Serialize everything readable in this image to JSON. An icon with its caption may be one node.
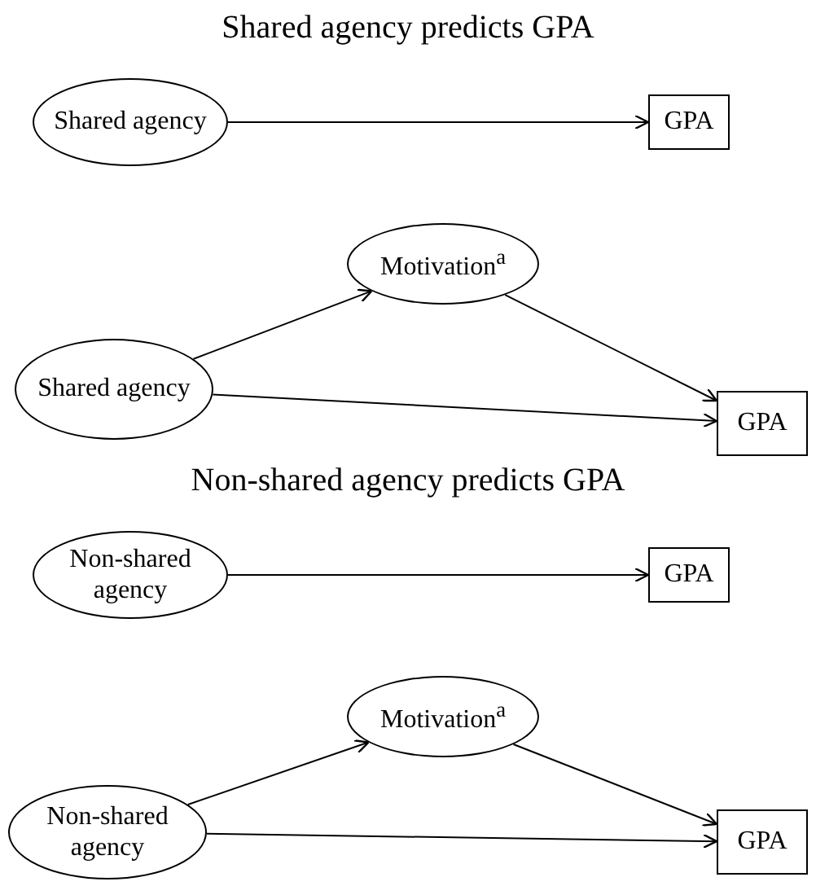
{
  "diagram": {
    "nodes": [
      {
        "text": [
          "Shared agency"
        ]
      },
      {
        "text": [
          "GPA"
        ]
      },
      {
        "text": [
          "Motivation$^{a}$"
        ]
      },
      {
        "text": [
          "Shared agency"
        ]
      },
      {
        "text": [
          "GPA"
        ]
      },
      {
        "text": [
          "Non-shared agency"
        ]
      },
      {
        "text": [
          "GPA"
        ]
      },
      {
        "text": [
          "Motivation$^{a}$"
        ]
      },
      {
        "text": [
          "Non-shared agency"
        ]
      },
      {
        "text": [
          "GPA"
        ]
      }
    ],
    "edges": [
      {
        "from": 0,
        "to": 1,
        "arrow": "to"
      },
      {
        "from": 3,
        "to": 2,
        "arrow": "to"
      },
      {
        "from": 2,
        "to": 4,
        "arrow": "to"
      },
      {
        "from": 3,
        "to": 4,
        "arrow": "to"
      },
      {
        "from": 5,
        "to": 6,
        "arrow": "to"
      },
      {
        "from": 8,
        "to": 7,
        "arrow": "to"
      },
      {
        "from": 7,
        "to": 9,
        "arrow": "to"
      },
      {
        "from": 8,
        "to": 9,
        "arrow": "to"
      }
    ],
    "labels": [
      "Shared agency predicts GPA",
      "Non-shared agency predicts GPA"
    ]
  }
}
